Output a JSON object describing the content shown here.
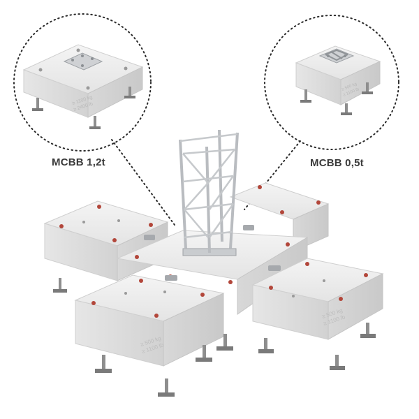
{
  "callouts": {
    "left": {
      "label": "MCBB 1,2t",
      "block_marking_1": "≥ 1100 kg",
      "block_marking_2": "≥ 2400 lb"
    },
    "right": {
      "label": "MCBB 0,5t",
      "block_marking_1": "≥ 500 kg",
      "block_marking_2": "≥ 1100 lb"
    }
  },
  "main_blocks": {
    "marking_1": "≥ 500 kg",
    "marking_2": "≥ 1100 lb"
  },
  "colors": {
    "block_top": "#eeeeee",
    "block_side": "#dcdcdc",
    "block_shadow": "#c8c8c8",
    "pin_red": "#b2463a",
    "truss": "#b9bcc0",
    "label": "#3a3a3a",
    "circle_dots": "#2a2a2a"
  }
}
